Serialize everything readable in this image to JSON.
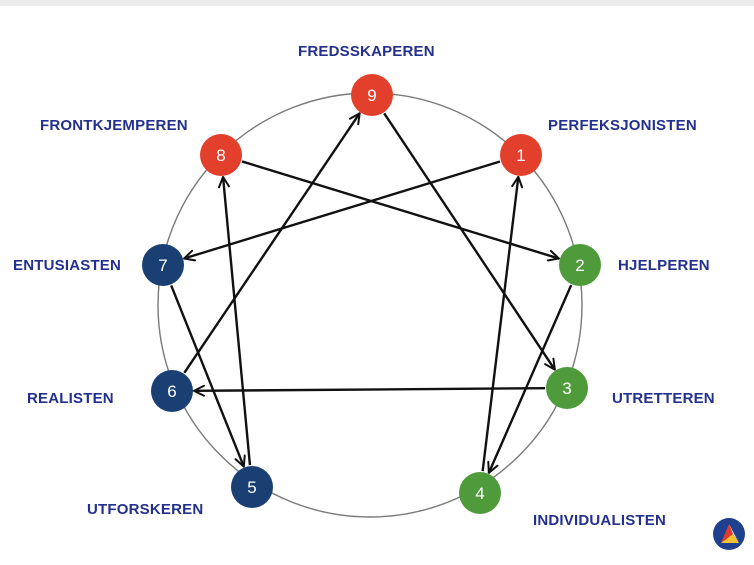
{
  "colors": {
    "red": "#e2402d",
    "green": "#4f9b3c",
    "blue": "#1a3f73",
    "label": "#23308e",
    "circle": "#7a7a7a",
    "arrow": "#111111"
  },
  "nodes": [
    {
      "id": "1",
      "number": "1",
      "label": "PERFEKSJONISTEN",
      "color": "red"
    },
    {
      "id": "2",
      "number": "2",
      "label": "HJELPEREN",
      "color": "green"
    },
    {
      "id": "3",
      "number": "3",
      "label": "UTRETTEREN",
      "color": "green"
    },
    {
      "id": "4",
      "number": "4",
      "label": "INDIVIDUALISTEN",
      "color": "green"
    },
    {
      "id": "5",
      "number": "5",
      "label": "UTFORSKEREN",
      "color": "blue"
    },
    {
      "id": "6",
      "number": "6",
      "label": "REALISTEN",
      "color": "blue"
    },
    {
      "id": "7",
      "number": "7",
      "label": "ENTUSIASTEN",
      "color": "blue"
    },
    {
      "id": "8",
      "number": "8",
      "label": "FRONTKJEMPEREN",
      "color": "red"
    },
    {
      "id": "9",
      "number": "9",
      "label": "FREDSSKAPEREN",
      "color": "red"
    }
  ],
  "arrows": [
    {
      "from": "1",
      "to": "7"
    },
    {
      "from": "7",
      "to": "5"
    },
    {
      "from": "5",
      "to": "8"
    },
    {
      "from": "8",
      "to": "2"
    },
    {
      "from": "2",
      "to": "4"
    },
    {
      "from": "4",
      "to": "1"
    },
    {
      "from": "9",
      "to": "3"
    },
    {
      "from": "3",
      "to": "6"
    },
    {
      "from": "6",
      "to": "9"
    }
  ],
  "logo": {
    "icon": "brand-logo-icon"
  }
}
